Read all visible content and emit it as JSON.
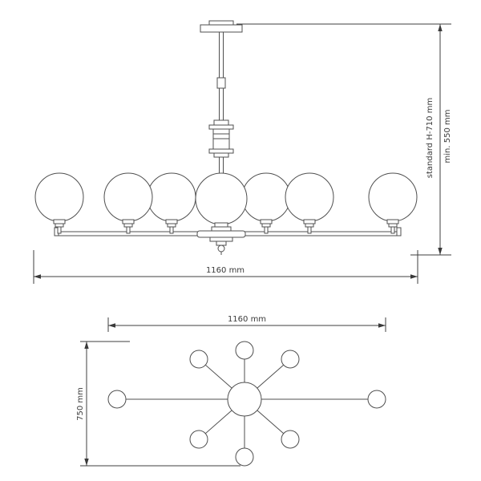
{
  "drawing": {
    "background": "#ffffff",
    "line_color": "#4f4f4f",
    "text_color": "#3a3a3a",
    "front_view": {
      "width_label": "1160 mm",
      "height_label_standard": "standard H-710 mm",
      "height_label_min": "min. 550 mm"
    },
    "plan_view": {
      "width_label": "1160 mm",
      "depth_label": "750 mm"
    }
  }
}
